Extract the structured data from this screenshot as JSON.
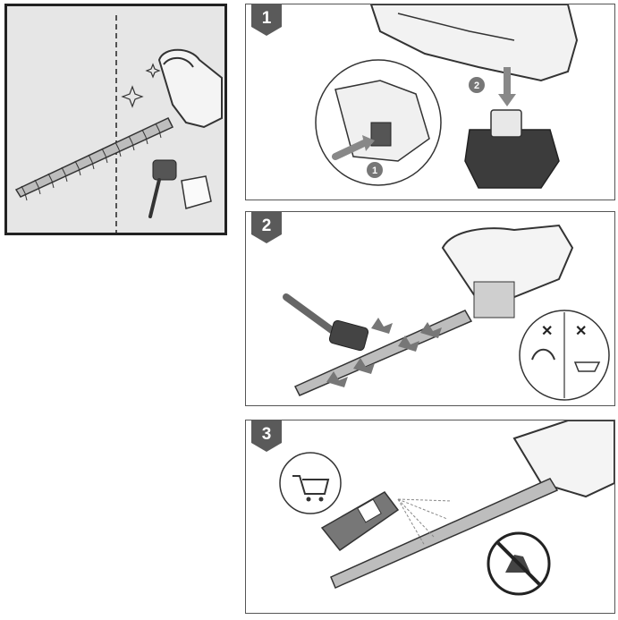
{
  "steps": [
    {
      "number": "1",
      "icon": "battery-removal-icon"
    },
    {
      "number": "2",
      "icon": "brush-cleaning-icon"
    },
    {
      "number": "3",
      "icon": "lubricant-spray-icon"
    }
  ],
  "step1": {
    "callout_a": "1",
    "callout_b": "2"
  },
  "colors": {
    "badge": "#5a5a5a",
    "overview_bg": "#e6e6e6",
    "line": "#333333"
  }
}
